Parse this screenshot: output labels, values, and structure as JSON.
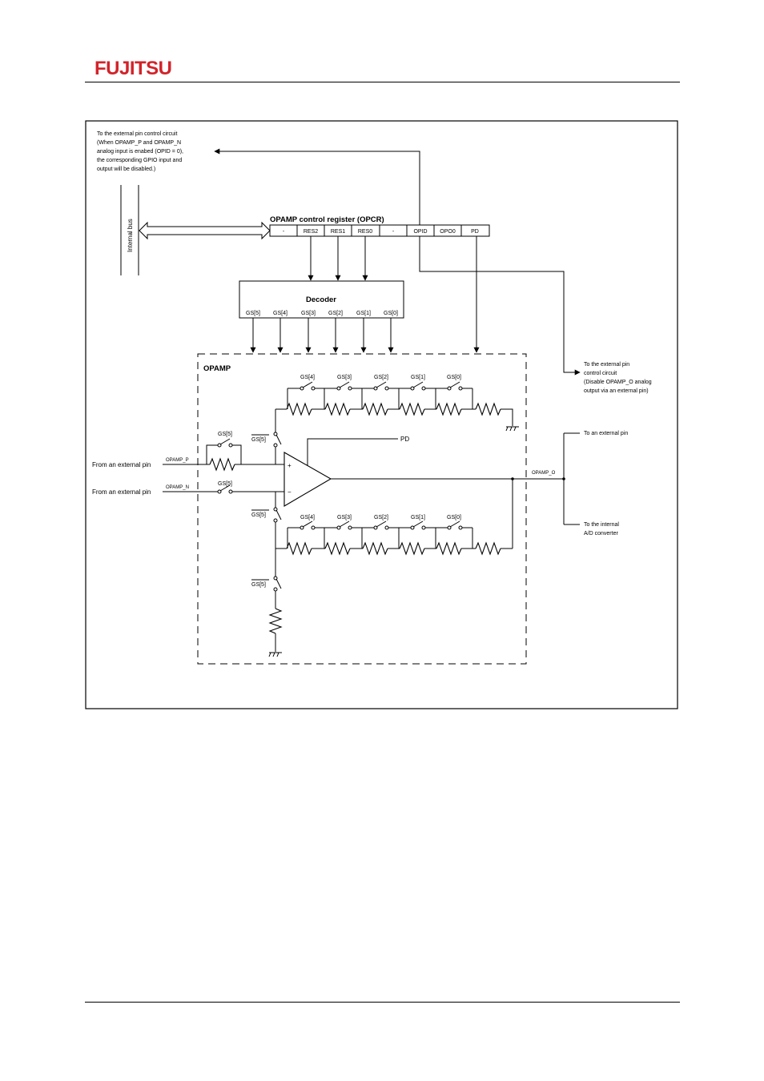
{
  "header": {
    "logo_text": "FUJITSU",
    "logo_color": "#d2232a"
  },
  "labels": {
    "ext_pin_note": [
      "To the external pin control circuit",
      "(When OPAMP_P and OPAMP_N",
      "analog input is enabed (OPID = 0),",
      "the corresponding GPIO input and",
      "output will be disabled.)"
    ],
    "internal_bus": "Internal bus",
    "register_title": "OPAMP control register (OPCR)",
    "register_bits": [
      "-",
      "RES2",
      "RES1",
      "RES0",
      "-",
      "OPID",
      "OPO0",
      "PD"
    ],
    "decoder_title": "Decoder",
    "decoder_outputs": [
      "GS[5]",
      "GS[4]",
      "GS[3]",
      "GS[2]",
      "GS[1]",
      "GS[0]"
    ],
    "opamp_title": "OPAMP",
    "pd_label": "PD",
    "from_ext_pin_p": "From an external pin",
    "from_ext_pin_n": "From an external pin",
    "opamp_p": "OPAMP_P",
    "opamp_n": "OPAMP_N",
    "opamp_o": "OPAMP_O",
    "plus": "+",
    "minus": "−",
    "gs5": "GS[5]",
    "gs5_bar": "GS[5]",
    "top_switches": [
      "GS[4]",
      "GS[3]",
      "GS[2]",
      "GS[1]",
      "GS[0]"
    ],
    "bottom_switches": [
      "GS[4]",
      "GS[3]",
      "GS[2]",
      "GS[1]",
      "GS[0]"
    ],
    "ext_pin_disable": [
      "To the external pin",
      "control circuit",
      "(Disable OPAMP_O analog",
      "output via an external pin)"
    ],
    "to_ext_pin": "To an external pin",
    "to_adc": [
      "To the internal",
      "A/D converter"
    ]
  }
}
